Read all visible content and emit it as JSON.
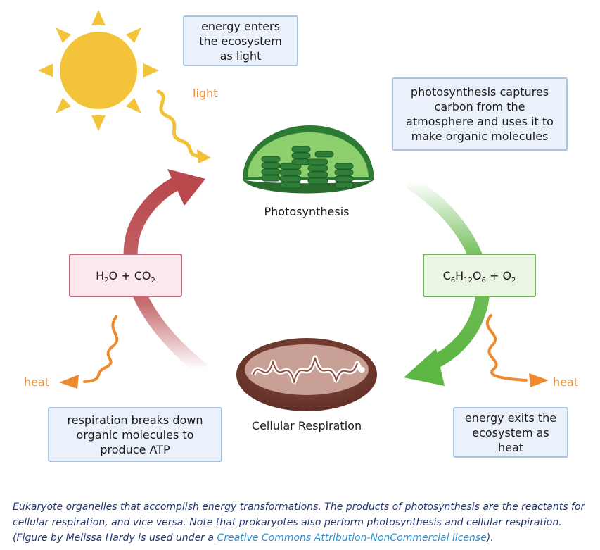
{
  "diagram": {
    "box_energy_enters": "energy enters the ecosystem as light",
    "box_photo_captures": "photosynthesis captures carbon from the atmosphere and uses it to make organic molecules",
    "box_respiration": "respiration breaks down organic molecules to produce ATP",
    "box_energy_exits": "energy exits the ecosystem as heat",
    "label_light": "light",
    "label_heat_left": "heat",
    "label_heat_right": "heat",
    "label_photosynthesis": "Photosynthesis",
    "label_respiration": "Cellular Respiration",
    "reactants": {
      "h": "H",
      "h_sub": "2",
      "o_plus_c": "O + CO",
      "co_sub": "2"
    },
    "products": {
      "c": "C",
      "c_sub": "6",
      "h": "H",
      "h_sub": "12",
      "o": "O",
      "o_sub": "6",
      "plus": " + O",
      "o2_sub": "2"
    }
  },
  "caption": {
    "text": "Eukaryote organelles that accomplish energy transformations. The products of photosynthesis are the reactants for cellular respiration, and vice versa. Note that prokaryotes also perform photosynthesis and cellular respiration. (Figure by Melissa Hardy is used under a ",
    "link_text": "Creative Commons Attribution-NonCommercial license",
    "end": ")."
  },
  "colors": {
    "sun": "#f3c43a",
    "arrow_red": "#b9494d",
    "arrow_green": "#5db543",
    "warm_wave": "#ee8a2d",
    "light_wave": "#f2c137",
    "box_border": "#a9c3e2",
    "box_fill": "#eaf1fa",
    "caption": "#23366f",
    "link": "#2b8fd0"
  },
  "icons": [
    "sun-icon",
    "chloroplast-icon",
    "mitochondrion-icon"
  ]
}
